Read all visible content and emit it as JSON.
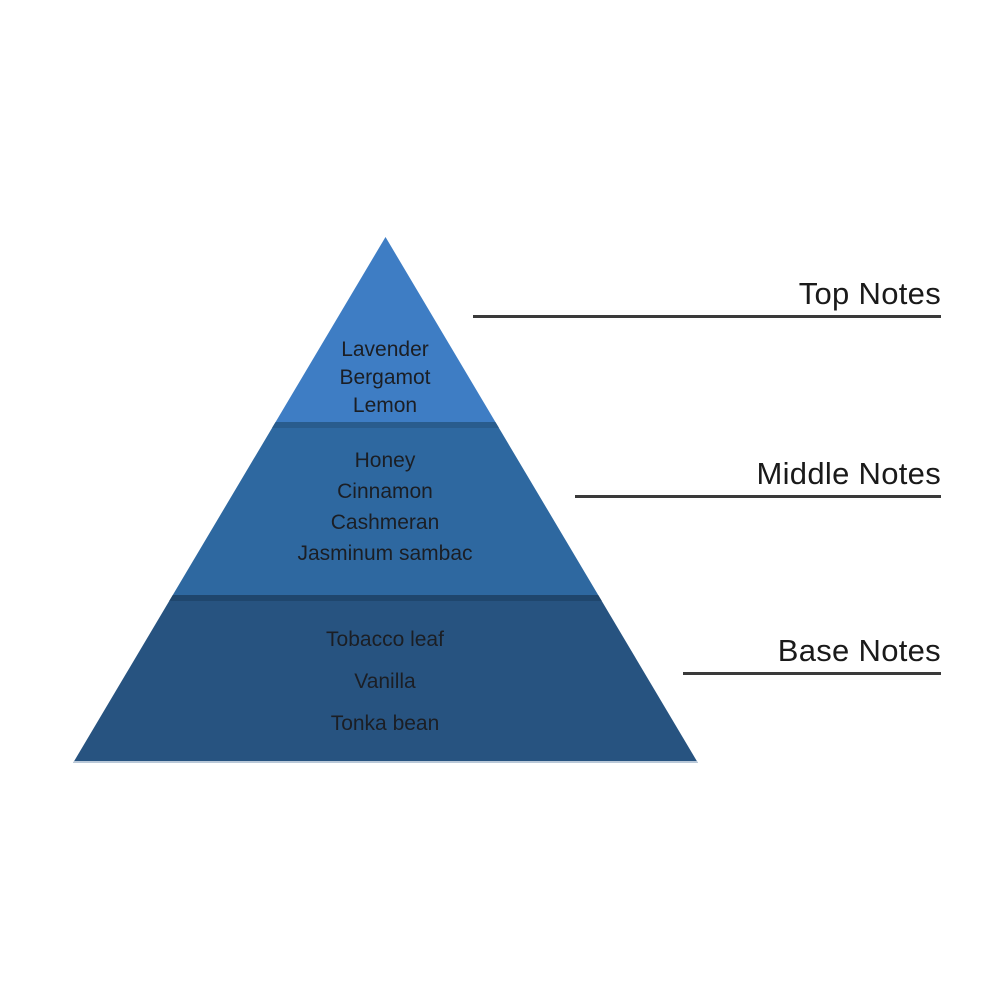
{
  "diagram": {
    "type": "fragrance-notes-pyramid",
    "levels": [
      {
        "id": "top",
        "label": "Top Notes",
        "color": "#3E7DC4",
        "bevel_color": "#295C8D",
        "notes": [
          "Lavender",
          "Bergamot",
          "Lemon"
        ]
      },
      {
        "id": "middle",
        "label": "Middle Notes",
        "color": "#2E68A0",
        "bevel_color": "#1F466D",
        "notes": [
          "Honey",
          "Cinnamon",
          "Cashmeran",
          "Jasminum sambac"
        ]
      },
      {
        "id": "base",
        "label": "Base Notes",
        "color": "#275380",
        "bevel_color": "#B9C8D8",
        "notes": [
          "Tobacco leaf",
          "Vanilla",
          "Tonka bean"
        ]
      }
    ],
    "colors": {
      "background": "#FFFFFF",
      "note_text": "#1B1E24",
      "label_text": "#1A1A1A",
      "leader_line": "#3A3A3A"
    }
  }
}
